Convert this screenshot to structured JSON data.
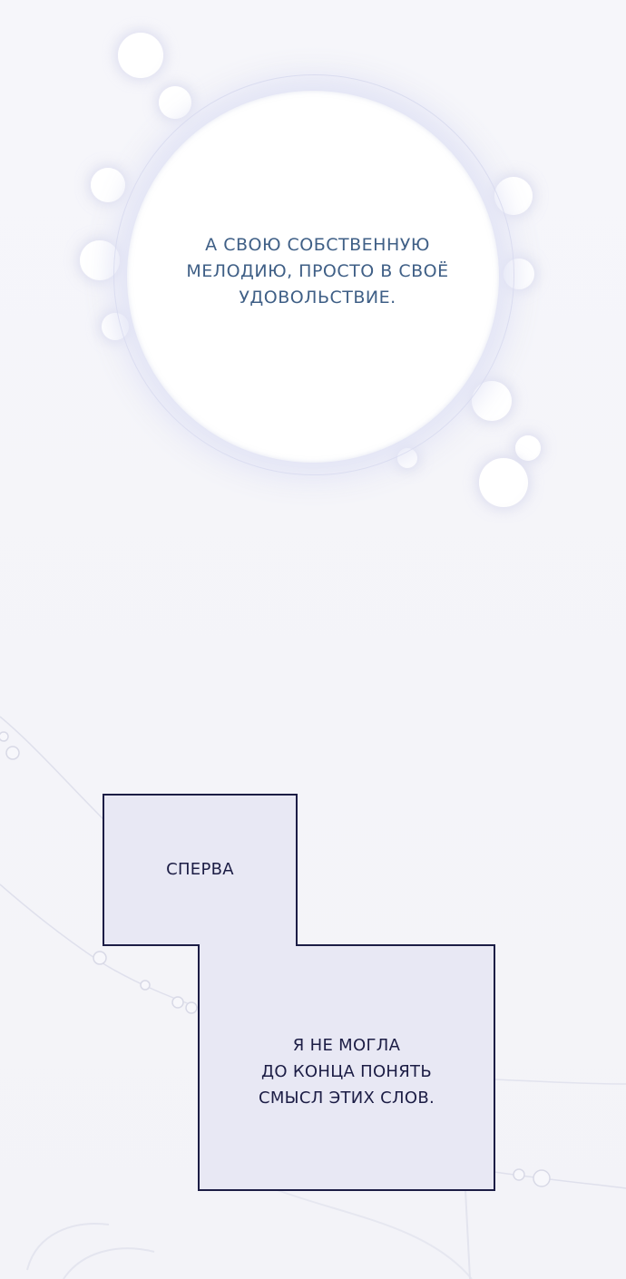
{
  "thought_bubble": {
    "lines": [
      "А СВОЮ СОБСТВЕННУЮ",
      "МЕЛОДИЮ, ПРОСТО В СВОЁ",
      "УДОВОЛЬСТВИЕ."
    ]
  },
  "caption_box": {
    "first_label": "СПЕРВА",
    "main_lines": [
      "Я НЕ МОГЛА",
      "ДО КОНЦА ПОНЯТЬ",
      "СМЫСЛ ЭТИХ СЛОВ."
    ]
  },
  "colors": {
    "thought_text": "#3f5f86",
    "caption_text": "#1c1d45",
    "caption_fill": "#e8e8f4",
    "caption_border": "#1c1d45"
  }
}
